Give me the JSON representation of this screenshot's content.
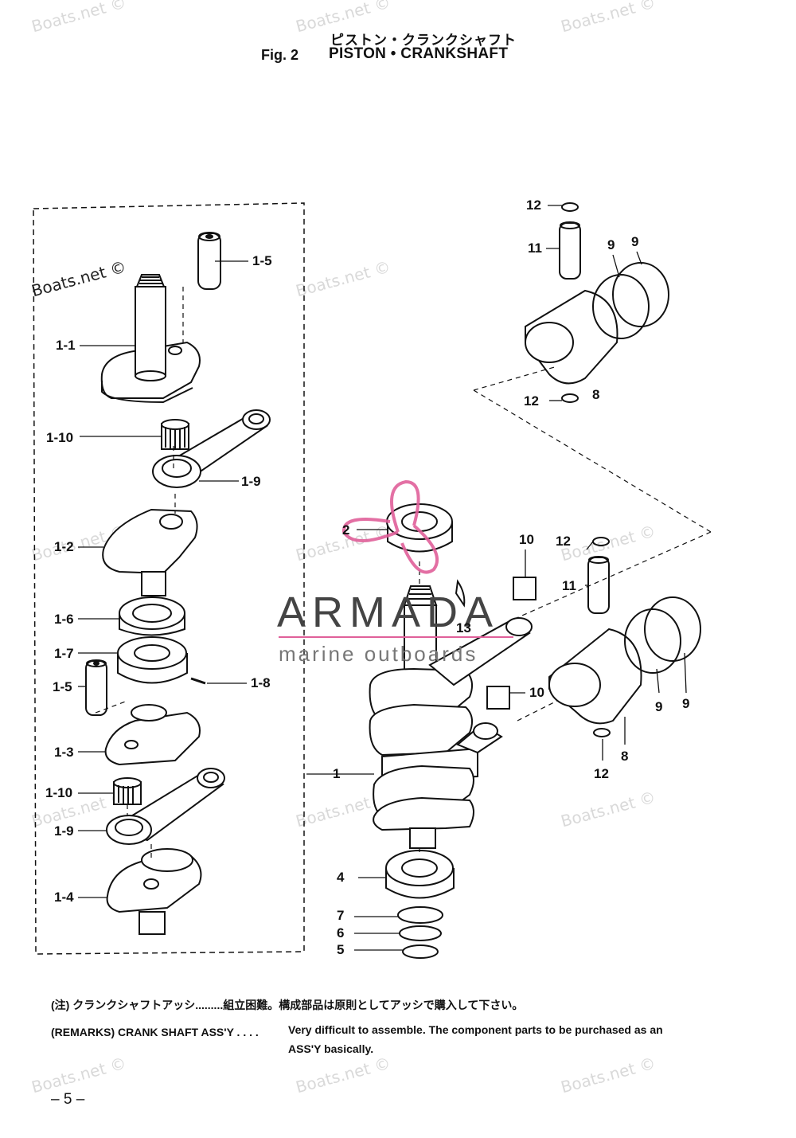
{
  "header": {
    "title_jp": "ピストン・クランクシャフト",
    "fig_label": "Fig. 2",
    "title_en": "PISTON • CRANKSHAFT"
  },
  "watermark": {
    "text": "Boats.net ©"
  },
  "logo": {
    "brand": "ARMADA",
    "subtitle": "marine outboards",
    "accent_color": "#e0609a"
  },
  "callouts": {
    "c1_5a": "1-5",
    "c1_1": "1-1",
    "c1_10a": "1-10",
    "c1_9a": "1-9",
    "c1_2": "1-2",
    "c1_6": "1-6",
    "c1_7": "1-7",
    "c1_5b": "1-5",
    "c1_8": "1-8",
    "c1_3": "1-3",
    "c1_10b": "1-10",
    "c1_9b": "1-9",
    "c1_4": "1-4",
    "c1": "1",
    "c2": "2",
    "c13": "13",
    "c4": "4",
    "c7": "7",
    "c6": "6",
    "c5": "5",
    "c12a": "12",
    "c11a": "11",
    "c9a": "9",
    "c9b": "9",
    "c12b": "12",
    "c8a": "8",
    "c10a": "10",
    "c12c": "12",
    "c11b": "11",
    "c10b": "10",
    "c9c": "9",
    "c9d": "9",
    "c8b": "8",
    "c12d": "12"
  },
  "notes": {
    "jp": "(注) クランクシャフトアッシ.........組立困難。構成部品は原則としてアッシで購入して下さい。",
    "en_label": "(REMARKS) CRANK SHAFT ASS'Y . . . .",
    "en_text": "Very difficult to assemble. The component parts to be purchased as an",
    "en_text2": "ASS'Y basically."
  },
  "page": {
    "number": "– 5 –"
  }
}
